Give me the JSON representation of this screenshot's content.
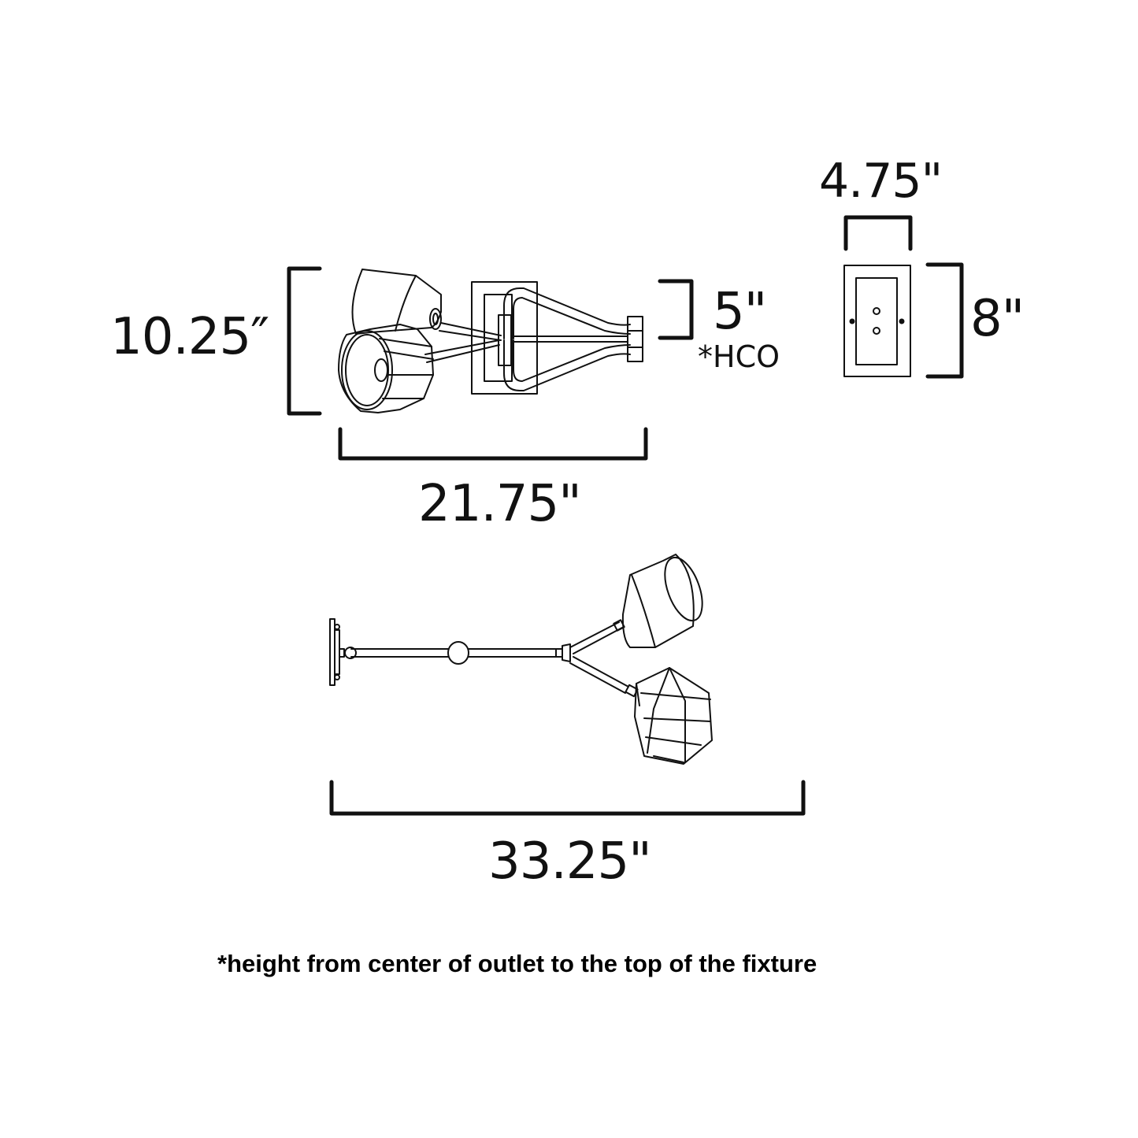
{
  "diagram": {
    "type": "dimension-drawing",
    "subject": "two-light wall sconce",
    "line_color": "#111111",
    "background": "#ffffff",
    "front_view": {
      "height_label": "10.25″",
      "width_label": "21.75\"",
      "hco_label": "5\"",
      "hco_marker": "*HCO"
    },
    "backplate_view": {
      "width_label": "4.75\"",
      "height_label": "8\""
    },
    "side_view": {
      "extension_label": "33.25\""
    },
    "footnote": "*height from center of outlet to the top of the fixture"
  }
}
